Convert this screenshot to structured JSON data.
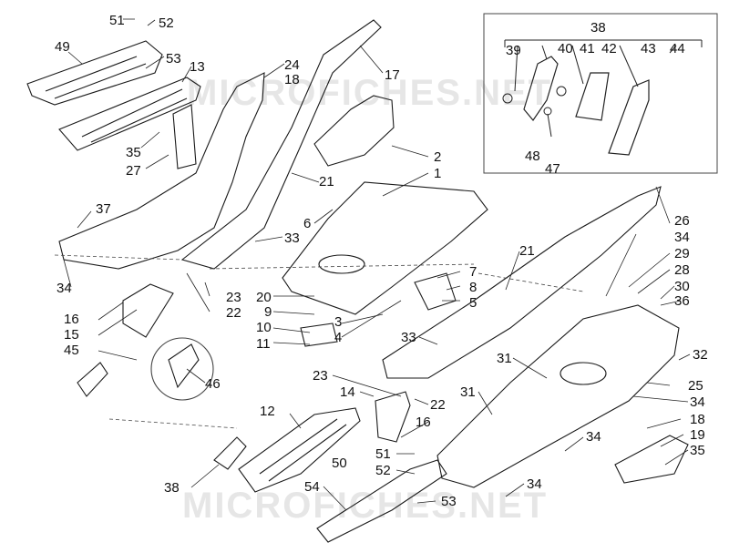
{
  "watermark": {
    "top": "MICROFICHES.NET",
    "bottom": "MICROFICHES.NET"
  },
  "labels": {
    "l1": "1",
    "l2": "2",
    "l3": "3",
    "l4": "4",
    "l5": "5",
    "l6": "6",
    "l7": "7",
    "l8": "8",
    "l9": "9",
    "l10": "10",
    "l11": "11",
    "l12": "12",
    "l13": "13",
    "l14": "14",
    "l15": "15",
    "l16a": "16",
    "l16b": "16",
    "l17": "17",
    "l18a": "18",
    "l18b": "18",
    "l19": "19",
    "l20": "20",
    "l21a": "21",
    "l21b": "21",
    "l22a": "22",
    "l22b": "22",
    "l23a": "23",
    "l23b": "23",
    "l24": "24",
    "l25": "25",
    "l26": "26",
    "l27": "27",
    "l28": "28",
    "l29": "29",
    "l30": "30",
    "l31a": "31",
    "l31b": "31",
    "l32": "32",
    "l33a": "33",
    "l33b": "33",
    "l34a": "34",
    "l34b": "34",
    "l34c": "34",
    "l34d": "34",
    "l34e": "34",
    "l35a": "35",
    "l35b": "35",
    "l36": "36",
    "l37": "37",
    "l38a": "38",
    "l38b": "38",
    "l39": "39",
    "l40": "40",
    "l41": "41",
    "l42": "42",
    "l43": "43",
    "l44": "44",
    "l45": "45",
    "l46": "46",
    "l47": "47",
    "l48": "48",
    "l49": "49",
    "l50": "50",
    "l51a": "51",
    "l51b": "51",
    "l52a": "52",
    "l52b": "52",
    "l53a": "53",
    "l53b": "53",
    "l54": "54"
  }
}
